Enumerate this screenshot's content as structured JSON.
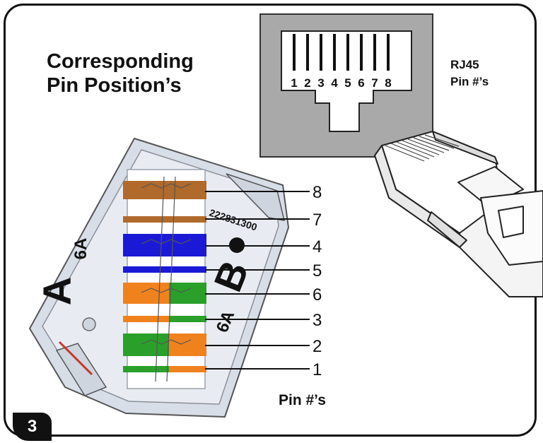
{
  "heading": {
    "line1": "Corresponding",
    "line2": "Pin Position’s"
  },
  "rj45_label": {
    "line1": "RJ45",
    "line2": "Pin #’s"
  },
  "jack_pin_numbers": [
    "1",
    "2",
    "3",
    "4",
    "5",
    "6",
    "7",
    "8"
  ],
  "callouts": [
    "8",
    "7",
    "4",
    "5",
    "6",
    "3",
    "2",
    "1"
  ],
  "module_markings": {
    "part_number": "222831300",
    "side_a": "A",
    "side_b": "B",
    "category_a": "6A",
    "category_b": "6A"
  },
  "bottom_label": "Pin #’s",
  "step_number": "3",
  "colors": {
    "brown": "#b06a2c",
    "blue": "#1a1ad6",
    "orange": "#f0821e",
    "green": "#2aa02a",
    "jack_gray": "#a9a9a9",
    "module_bg": "#d8dee8"
  }
}
